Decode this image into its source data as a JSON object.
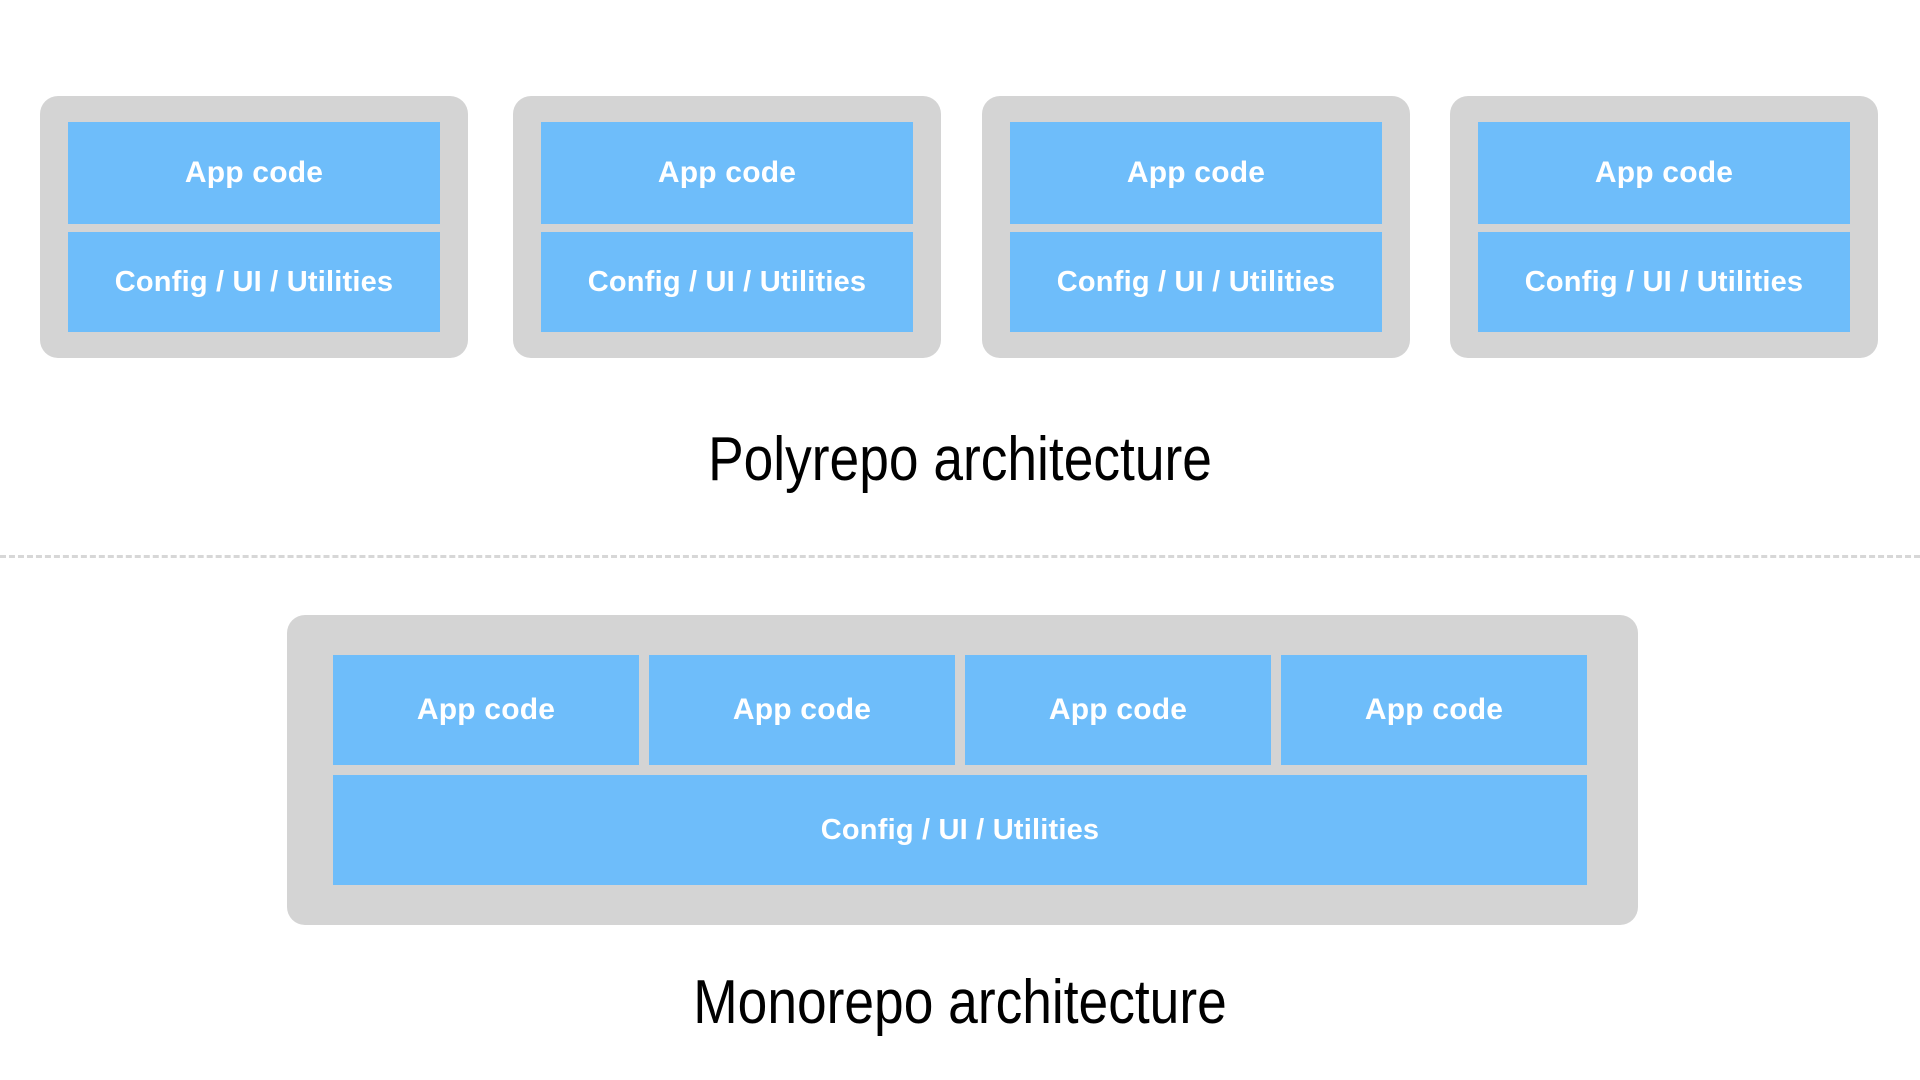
{
  "diagram": {
    "title_top": "Polyrepo architecture",
    "title_bottom": "Monorepo architecture",
    "colors": {
      "background": "#ffffff",
      "card_gray": "#d4d4d4",
      "block_blue": "#6ebdfa",
      "block_text": "#ffffff",
      "caption_text": "#000000",
      "divider_gray": "#d7d7d7"
    },
    "labels": {
      "app_code": "App code",
      "config_ui_utilities": "Config / UI / Utilities"
    }
  },
  "polyrepo": {
    "caption": "Polyrepo architecture",
    "repos": [
      {
        "app_label": "App code",
        "shared_label": "Config / UI / Utilities"
      },
      {
        "app_label": "App code",
        "shared_label": "Config / UI / Utilities"
      },
      {
        "app_label": "App code",
        "shared_label": "Config / UI / Utilities"
      },
      {
        "app_label": "App code",
        "shared_label": "Config / UI / Utilities"
      }
    ]
  },
  "monorepo": {
    "caption": "Monorepo architecture",
    "apps": [
      {
        "label": "App code"
      },
      {
        "label": "App code"
      },
      {
        "label": "App code"
      },
      {
        "label": "App code"
      }
    ],
    "shared": {
      "label": "Config / UI / Utilities"
    }
  }
}
